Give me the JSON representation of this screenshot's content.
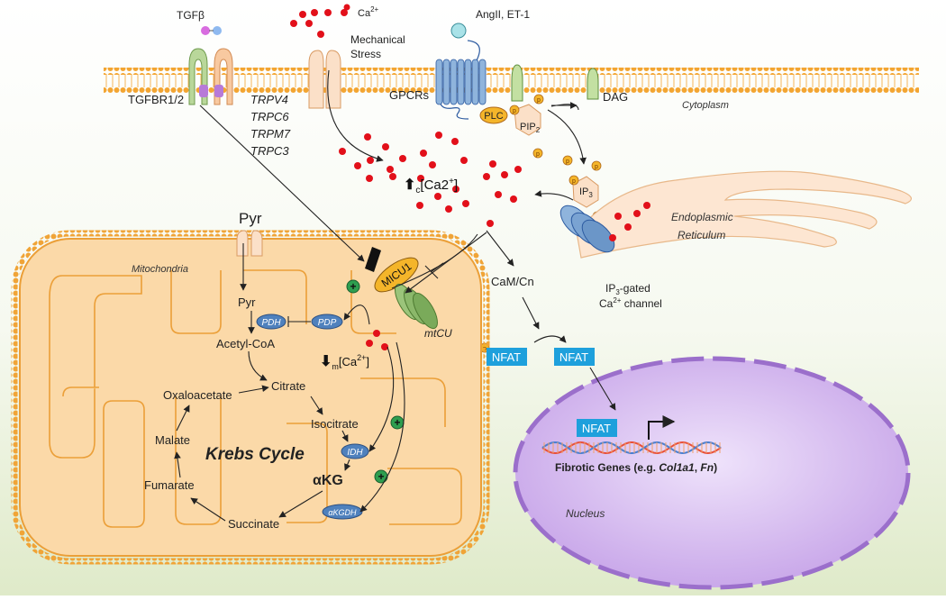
{
  "labels": {
    "tgfb": "TGFβ",
    "ca_top": "Ca",
    "ca_top_sup": "2+",
    "mech1": "Mechanical",
    "mech2": "Stress",
    "angii": "AngII, ET-1",
    "tgfbr": "TGFBR1/2",
    "gpcrs": "GPCRs",
    "plc": "PLC",
    "pip": "PIP",
    "pip_sub": "2",
    "dag": "DAG",
    "cytoplasm": "Cytoplasm",
    "channels": [
      "TRPV4",
      "TRPC6",
      "TRPM7",
      "TRPC3"
    ],
    "cyto_ca_sub": "c",
    "cyto_ca_main": "[Ca2",
    "cyto_ca_sup": "+",
    "cyto_ca_end": "]",
    "ip3": "IP",
    "ip3_sub": "3",
    "er1": "Endoplasmic",
    "er2": "Reticulum",
    "ip3gated_pre": "IP",
    "ip3gated_sub": "3",
    "ip3gated_post": "-gated",
    "ca_channel_pre": "Ca",
    "ca_channel_sup": "2+",
    "ca_channel_post": " channel",
    "pyr_top": "Pyr",
    "mitochondria": "Mitochondria",
    "micu1": "MICU1",
    "mtcu": "mtCU",
    "camcn": "CaM/Cn",
    "pyr_in": "Pyr",
    "pdh": "PDH",
    "pdp": "PDP",
    "acetylcoa": "Acetyl-CoA",
    "mito_ca_sub": "m",
    "mito_ca_main": "[Ca",
    "mito_ca_sup": "2+",
    "mito_ca_end": "]",
    "nfat_p": "NFAT",
    "nfat": "NFAT",
    "nfat_nuc": "NFAT",
    "oxaloacetate": "Oxaloacetate",
    "citrate": "Citrate",
    "isocitrate": "Isocitrate",
    "malate": "Malate",
    "krebs": "Krebs Cycle",
    "idh": "IDH",
    "akg": "αKG",
    "fumarate": "Fumarate",
    "akgdh": "αKGDH",
    "succinate": "Succinate",
    "fibrotic_pre": "Fibrotic Genes (e.g. ",
    "fibrotic_gene1": "Col1a1",
    "fibrotic_sep": ", ",
    "fibrotic_gene2": "Fn",
    "fibrotic_post": ")",
    "nucleus": "Nucleus",
    "p": "p",
    "plus": "+"
  },
  "colors": {
    "membrane": "#f3a531",
    "mito_fill": "#fbd9a8",
    "mito_stroke": "#eb9f38",
    "enzyme": "#4f81bd",
    "nfat": "#1ea0dc",
    "calcium": "#e2101a",
    "nucleus": "#c9a6e6",
    "plc": "#f4b52a",
    "mcu": "#9bc47a",
    "er": "#fde6d2"
  }
}
